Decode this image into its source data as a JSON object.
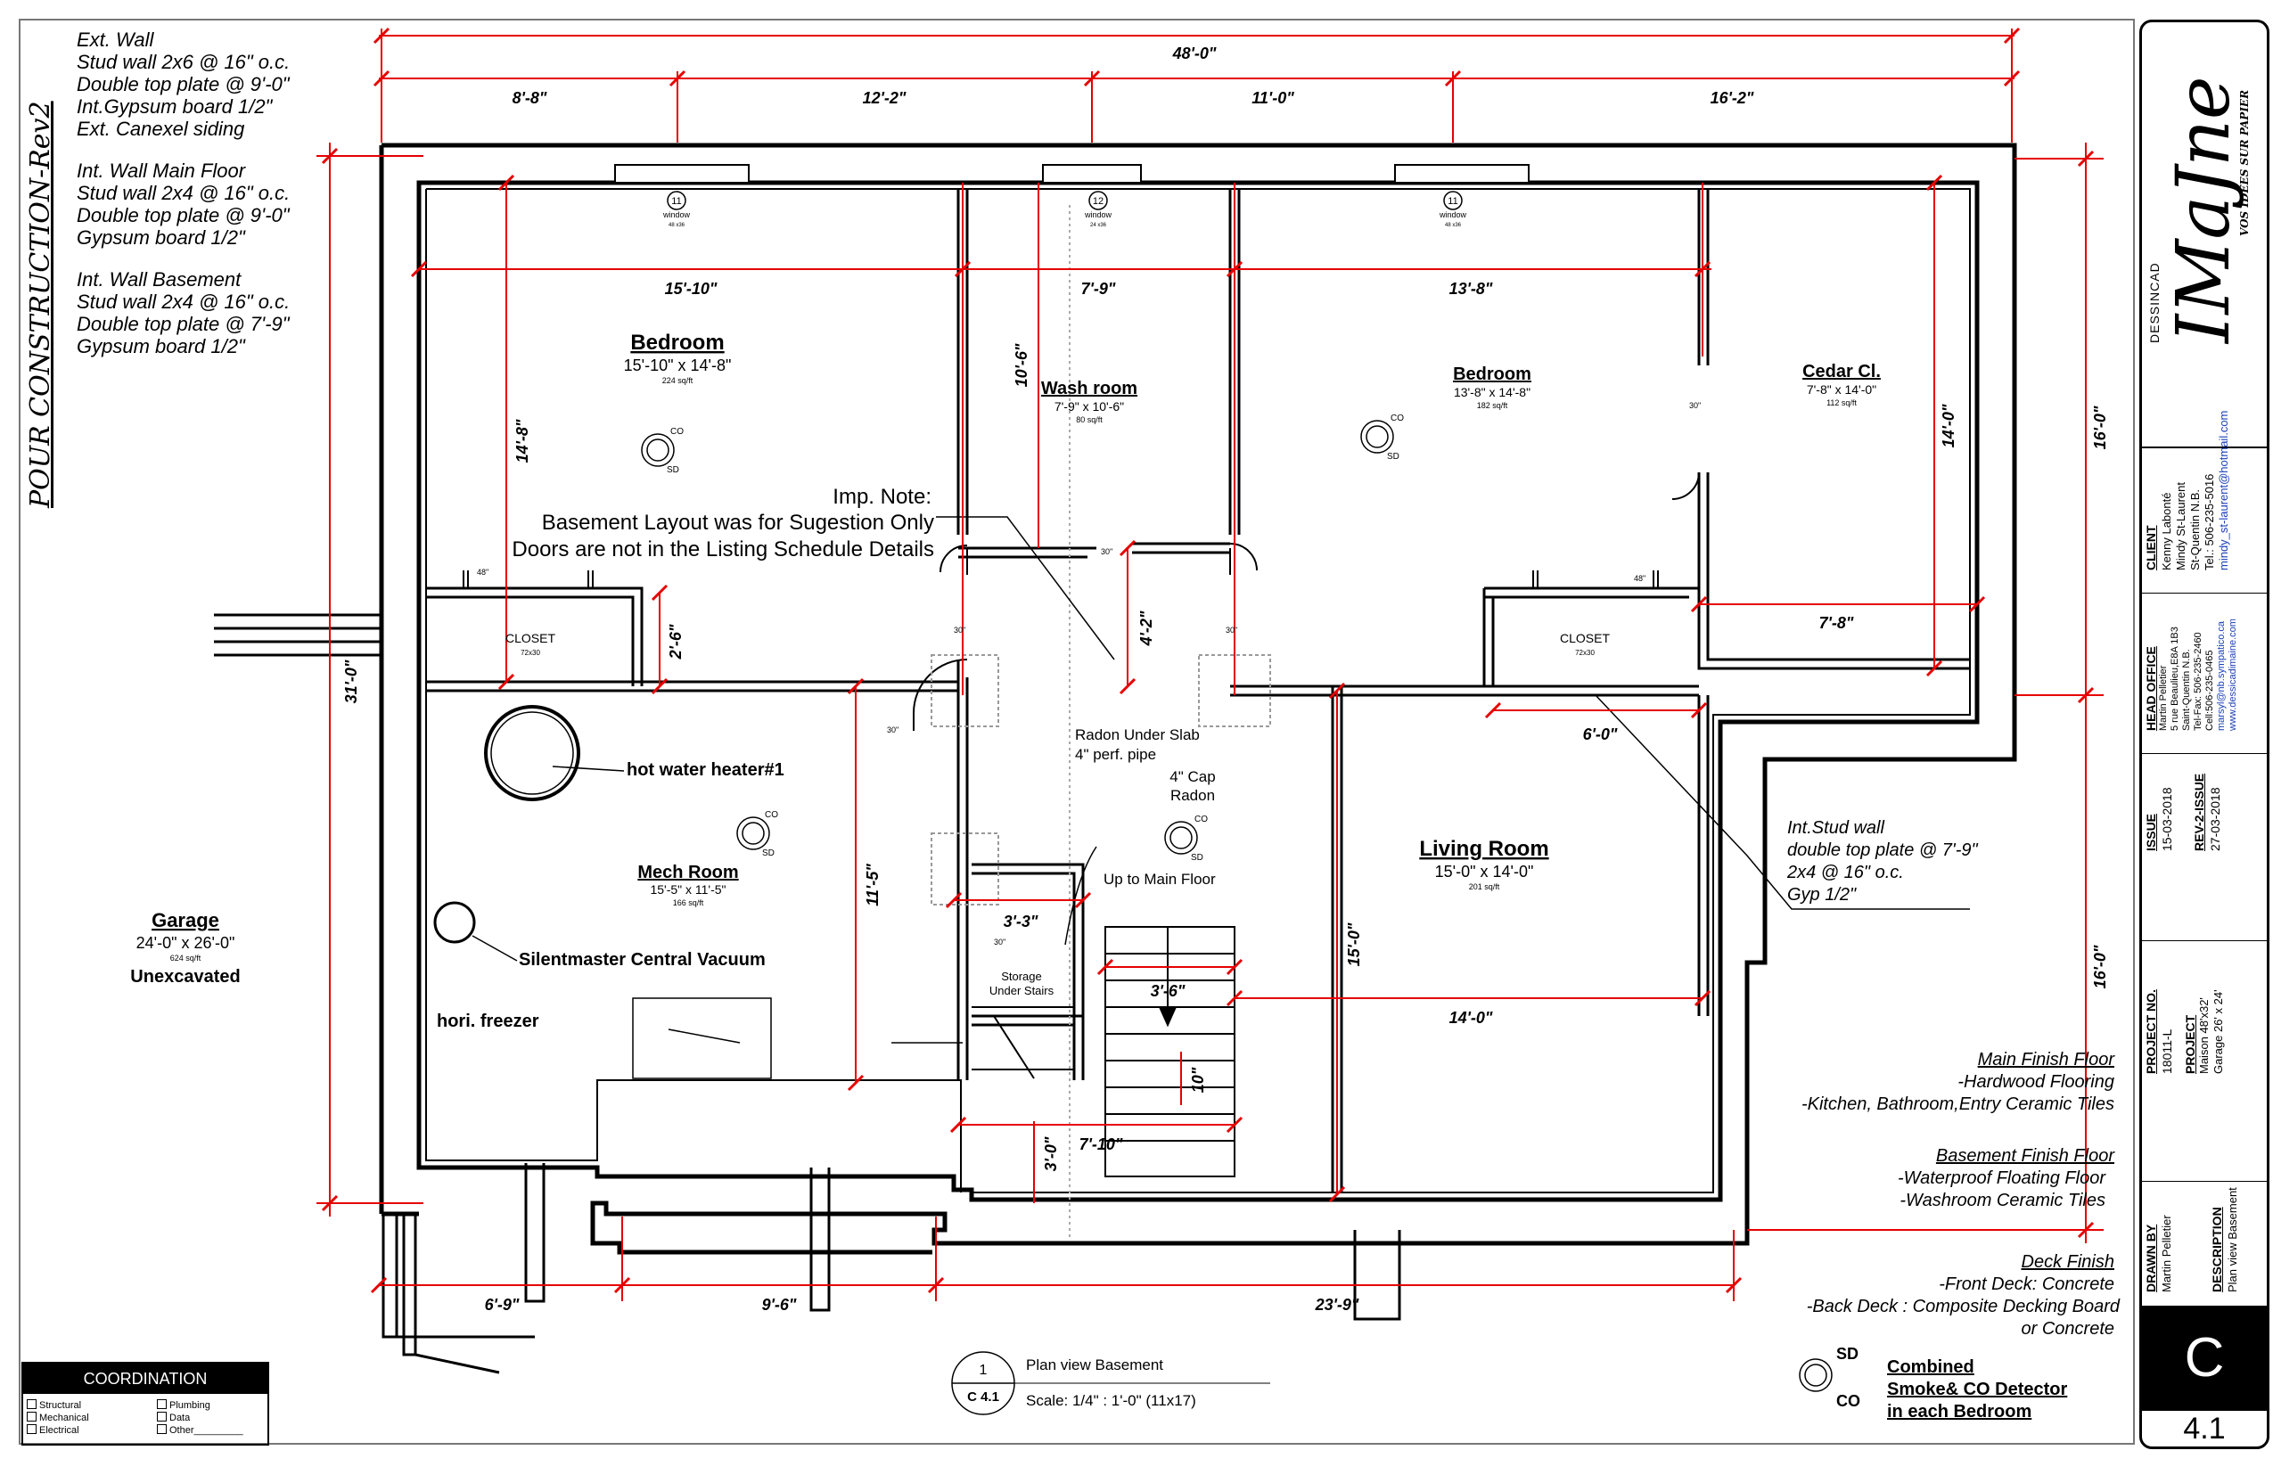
{
  "construction_label": "POUR CONSTRUCTION-Rev2",
  "wall_notes": [
    {
      "title": "Ext. Wall",
      "lines": [
        "Stud wall 2x6 @ 16\" o.c.",
        "Double top plate @ 9'-0\"",
        "Int.Gypsum board 1/2\"",
        "Ext. Canexel siding"
      ]
    },
    {
      "title": "Int. Wall Main Floor",
      "lines": [
        "Stud wall 2x4 @ 16\" o.c.",
        "Double top plate @ 9'-0\"",
        "Gypsum board 1/2\""
      ]
    },
    {
      "title": "Int. Wall Basement",
      "lines": [
        "Stud wall 2x4 @ 16\" o.c.",
        "Double top plate @ 7'-9\"",
        "Gypsum board 1/2\""
      ]
    }
  ],
  "dimensions": {
    "overall_width": "48'-0\"",
    "top_segments": [
      "8'-8\"",
      "12'-2\"",
      "11'-0\"",
      "16'-2\""
    ],
    "interior_top": [
      "15'-10\"",
      "7'-9\"",
      "13'-8\""
    ],
    "left_height": "31'-0\"",
    "right_upper": "16'-0\"",
    "right_lower": "16'-0\"",
    "bedroom1_height": "14'-8\"",
    "washroom_height": "10'-6\"",
    "closet_depth": "2'-6\"",
    "hall_height": "4'-2\"",
    "cedar_height": "14'-0\"",
    "cedar_width": "7'-8\"",
    "closet2_width": "6'-0\"",
    "mech_height": "11'-5\"",
    "stair_landing": "3'-3\"",
    "stair_width": "3'-6\"",
    "stair_step": "10\"",
    "living_height": "15'-0\"",
    "living_width": "14'-0\"",
    "storage_height": "3'-0\"",
    "storage_width": "7'-10\"",
    "bottom_segments": [
      "6'-9\"",
      "9'-6\"",
      "23'-9\""
    ]
  },
  "rooms": {
    "bedroom1": {
      "name": "Bedroom",
      "size": "15'-10\" x 14'-8\"",
      "area": "224 sq/ft"
    },
    "washroom": {
      "name": "Wash room",
      "size": "7'-9\" x 10'-6\"",
      "area": "80 sq/ft"
    },
    "bedroom2": {
      "name": "Bedroom",
      "size": "13'-8\" x 14'-8\"",
      "area": "182 sq/ft"
    },
    "cedar": {
      "name": "Cedar Cl.",
      "size": "7'-8\" x 14'-0\"",
      "area": "112 sq/ft"
    },
    "mech": {
      "name": "Mech Room",
      "size": "15'-5\" x 11'-5\"",
      "area": "166 sq/ft"
    },
    "living": {
      "name": "Living Room",
      "size": "15'-0\" x 14'-0\"",
      "area": "201 sq/ft"
    },
    "garage": {
      "name": "Garage",
      "size": "24'-0\" x 26'-0\"",
      "area": "624 sq/ft",
      "note": "Unexcavated"
    },
    "closet1": {
      "name": "CLOSET",
      "size": "72x30"
    },
    "closet2": {
      "name": "CLOSET",
      "size": "72x30"
    }
  },
  "windows": [
    {
      "tag": "11",
      "label": "window",
      "size": "48 x36"
    },
    {
      "tag": "12",
      "label": "window",
      "size": "24 x36"
    },
    {
      "tag": "11",
      "label": "window",
      "size": "48 x36"
    }
  ],
  "door_sizes": [
    "48\"",
    "48\"",
    "30\"",
    "30\"",
    "30\"",
    "30\"",
    "30\"",
    "30\""
  ],
  "imp_note": [
    "Imp. Note:",
    "Basement Layout was for Sugestion Only",
    "Doors are not in the Listing Schedule Details"
  ],
  "labels": {
    "hot_water": "hot water heater#1",
    "radon_slab": [
      "Radon Under Slab",
      "4\" perf. pipe"
    ],
    "radon_cap": [
      "4\" Cap",
      "Radon"
    ],
    "up_main": "Up to Main Floor",
    "storage": [
      "Storage",
      "Under Stairs"
    ],
    "vacuum": "Silentmaster Central Vacuum",
    "freezer": "hori. freezer",
    "co": "CO",
    "sd": "SD"
  },
  "int_stud_note": [
    "Int.Stud wall",
    "double top plate @ 7'-9\"",
    "2x4 @ 16\" o.c.",
    "Gyp 1/2\""
  ],
  "finish_notes": [
    {
      "title": "Main Finish Floor",
      "lines": [
        "-Hardwood Flooring",
        "-Kitchen, Bathroom,Entry Ceramic Tiles"
      ]
    },
    {
      "title": "Basement Finish Floor",
      "lines": [
        "-Waterproof Floating Floor",
        "-Washroom Ceramic Tiles"
      ]
    },
    {
      "title": "Deck Finish",
      "lines": [
        "-Front Deck: Concrete",
        "-Back Deck : Composite Decking Board",
        "or Concrete"
      ]
    }
  ],
  "detector_note": [
    "Combined",
    "Smoke& CO Detector",
    "in each Bedroom"
  ],
  "view": {
    "number": "1",
    "sheet": "C 4.1",
    "title": "Plan view Basement",
    "scale": "Scale:  1/4\" : 1'-0\" (11x17)"
  },
  "coordination": {
    "title": "COORDINATION",
    "col1": [
      "Structural",
      "Mechanical",
      "Electrical"
    ],
    "col2": [
      "Plumbing",
      "Data",
      "Other_________"
    ]
  },
  "title_block": {
    "logo_small": "DESSINCAD",
    "logo": "IMaJne",
    "tagline": "VOS IDEES SUR PAPIER",
    "client_h": "CLIENT",
    "client": [
      "Kenny Labonté",
      "Mindy St-Laurent",
      "St-Quentin N.B.",
      "Tel.: 506-235-5016",
      "mindy_st-laurent@hotmail.com"
    ],
    "head_h": "HEAD OFFICE",
    "head": [
      "Martin Pelletier",
      "5 rue Beaulieu,E8A 1B3",
      "Saint-Quentin N.B.",
      "Tel-Fax: 506-235-2460",
      "Cell:506-235-0465",
      "marsyl@nb.sympatico.ca",
      "www.dessicadimaine.com"
    ],
    "issue_h": "ISSUE",
    "issue": "15-03-2018",
    "rev_h": "REV-2-ISSUE",
    "rev": "27-03-2018",
    "project_no_h": "PROJECT NO.",
    "project_no": "18011-L",
    "project_h": "PROJECT",
    "project": [
      "Maison 48'x32'",
      "Garage 26' x 24'"
    ],
    "drawn_h": "DRAWN BY",
    "drawn": "Martin Pelletier",
    "desc_h": "DESCRIPTION",
    "desc": "Plan view Basement",
    "sheet_letter": "C",
    "sheet_num": "4.1"
  },
  "colors": {
    "dimension": "#e60000",
    "wall": "#000000",
    "accent": "#1a3fb5"
  }
}
